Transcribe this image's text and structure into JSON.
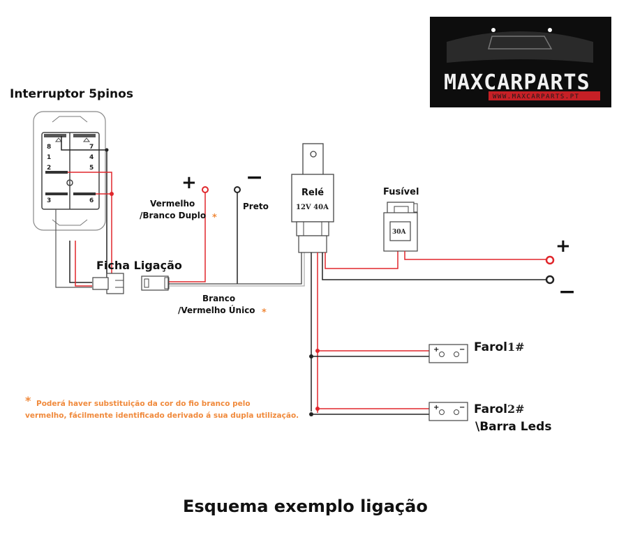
{
  "logo": {
    "brand": "MAXCARPARTS",
    "url": "WWW.MAXCARPARTS.PT"
  },
  "components": {
    "switch": {
      "label": "Interruptor 5pinos",
      "pins_left": [
        "8",
        "1",
        "2",
        "3"
      ],
      "pins_right": [
        "7",
        "4",
        "5",
        "6"
      ]
    },
    "connector": {
      "label": "Ficha Ligação"
    },
    "relay": {
      "label": "Relé",
      "rating": "12V  40A"
    },
    "fuse": {
      "label": "Fusível",
      "rating": "30A"
    },
    "battery_positive": {
      "symbol": "+"
    },
    "battery_negative": {
      "symbol": "−"
    },
    "lamp1": {
      "label": "Farol",
      "number": "1#",
      "plus": "+",
      "minus": "−"
    },
    "lamp2": {
      "label": "Farol",
      "number": "2#",
      "sublabel": "\\Barra Leds",
      "plus": "+",
      "minus": "−"
    }
  },
  "wires": {
    "switch_positive": {
      "symbol": "+",
      "label_line1": "Vermelho",
      "label_line2": "/Branco Duplo",
      "asterisk": "*"
    },
    "switch_negative": {
      "symbol": "−",
      "label": "Preto"
    },
    "signal": {
      "label_line1": "Branco",
      "label_line2": "/Vermelho Único",
      "asterisk": "*"
    }
  },
  "colors": {
    "red_wire": "#e0262b",
    "black_wire": "#222222",
    "note_orange": "#f08a3c"
  },
  "note": {
    "asterisk": "*",
    "line1": "Poderá haver substituição da cor do fio branco pelo",
    "line2": "vermelho, fácilmente identificado derivado á sua dupla utilização."
  },
  "footer": {
    "title": "Esquema exemplo ligação"
  }
}
